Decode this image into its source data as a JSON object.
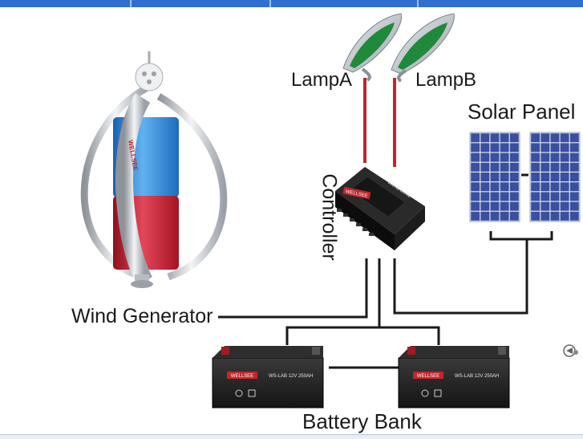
{
  "labels": {
    "lamp_a": "LampA",
    "lamp_b": "LampB",
    "solar_panel": "Solar Panel",
    "controller": "Controller",
    "wind_generator": "Wind Generator",
    "battery_bank": "Battery Bank"
  },
  "brand": "WELLSEE",
  "controller_text": "Wind/Solar",
  "battery_text": "WS-LAB 12V 250AH",
  "colors": {
    "lamp_wire": "#c0272d",
    "wire": "#1a1a1a",
    "panel_cell": "#3a4f9e",
    "blade_top": "#2a7fd0",
    "blade_bottom": "#c8192a",
    "lamp_green": "#1f8a3a",
    "controller_body": "#111111"
  }
}
